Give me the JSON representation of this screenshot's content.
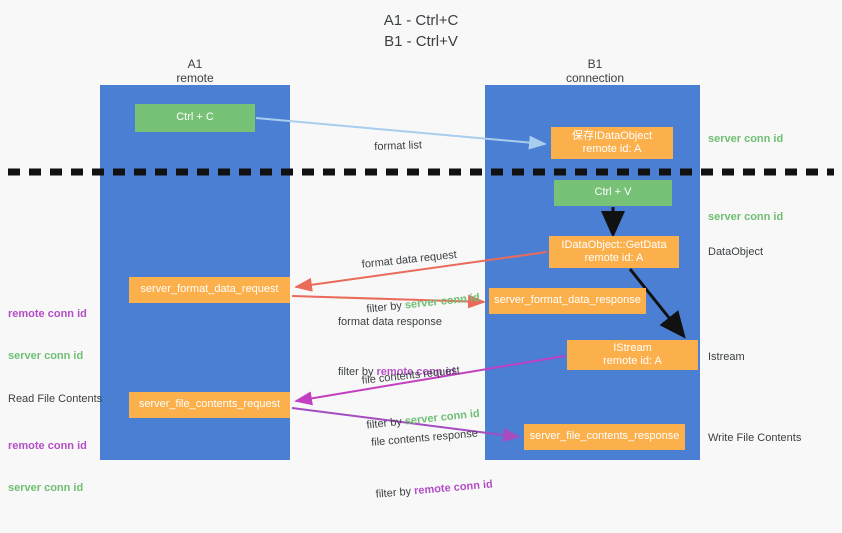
{
  "title": "A1 - Ctrl+C\nB1 - Ctrl+V",
  "lanes": [
    {
      "name": "A1",
      "sub": "remote",
      "label": "A1\nremote"
    },
    {
      "name": "B1",
      "sub": "connection",
      "label": "B1\nconnection"
    }
  ],
  "boxes": {
    "ctrl_c": "Ctrl + C",
    "idataobject": "保存IDataObject\nremote id: A",
    "ctrl_v": "Ctrl + V",
    "getdata": "IDataObject::GetData\nremote id: A",
    "server_format_data_request": "server_format_data_request",
    "server_format_data_response": "server_format_data_response",
    "istream": "IStream\nremote id: A",
    "server_file_contents_request": "server_file_contents_request",
    "server_file_contents_response": "server_file_contents_response"
  },
  "side_labels": {
    "server_conn_id_1": "server conn id",
    "server_conn_id_2": "server conn id",
    "dataobject": "DataObject",
    "istream": "Istream",
    "write_file_contents": "Write File Contents",
    "read_file_contents": "Read File Contents",
    "remote_conn_id": "remote conn id",
    "server_conn_id": "server conn id"
  },
  "arrow_labels": {
    "format_list": "format list",
    "format_data_request": "format data request",
    "format_data_request_filter_prefix": "filter by ",
    "format_data_request_filter_value": "server conn id",
    "format_data_response": "format data response",
    "format_data_response_filter_prefix": "filter by ",
    "format_data_response_filter_value": "remote conn id",
    "file_contents_request": "file contents request",
    "file_contents_request_filter_prefix": "filter by ",
    "file_contents_request_filter_value": "server conn id",
    "file_contents_response": "file contents response",
    "file_contents_response_filter_prefix": "filter by ",
    "file_contents_response_filter_value": "remote conn id"
  },
  "colors": {
    "lane": "#4a7fd4",
    "green_box": "#77c277",
    "orange_box": "#fbb04c",
    "server_conn_id": "#6fbf73",
    "remote_conn_id": "#b44ec6",
    "arrow_light_blue": "#a8cdee",
    "arrow_red": "#ea6b5a",
    "arrow_magenta": "#c23fc2",
    "arrow_purple": "#a44cc0",
    "arrow_black": "#000000",
    "background": "#f8f8f8"
  }
}
